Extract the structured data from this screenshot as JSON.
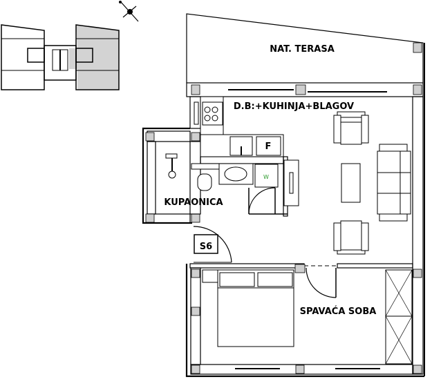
{
  "title": "Floor plan S6",
  "unit_tag": "S6",
  "rooms": {
    "terrace": "NAT. TERASA",
    "living": "D.B:+KUHINJA+BLAGOV",
    "bathroom": "KUPAONICA",
    "bedroom": "SPAVAĆA SOBA"
  },
  "fixtures": {
    "fridge": "F",
    "washer": "W"
  },
  "colors": {
    "highlight_unit": "#d3d3d3",
    "washer_mark": "#2a9a2a"
  }
}
